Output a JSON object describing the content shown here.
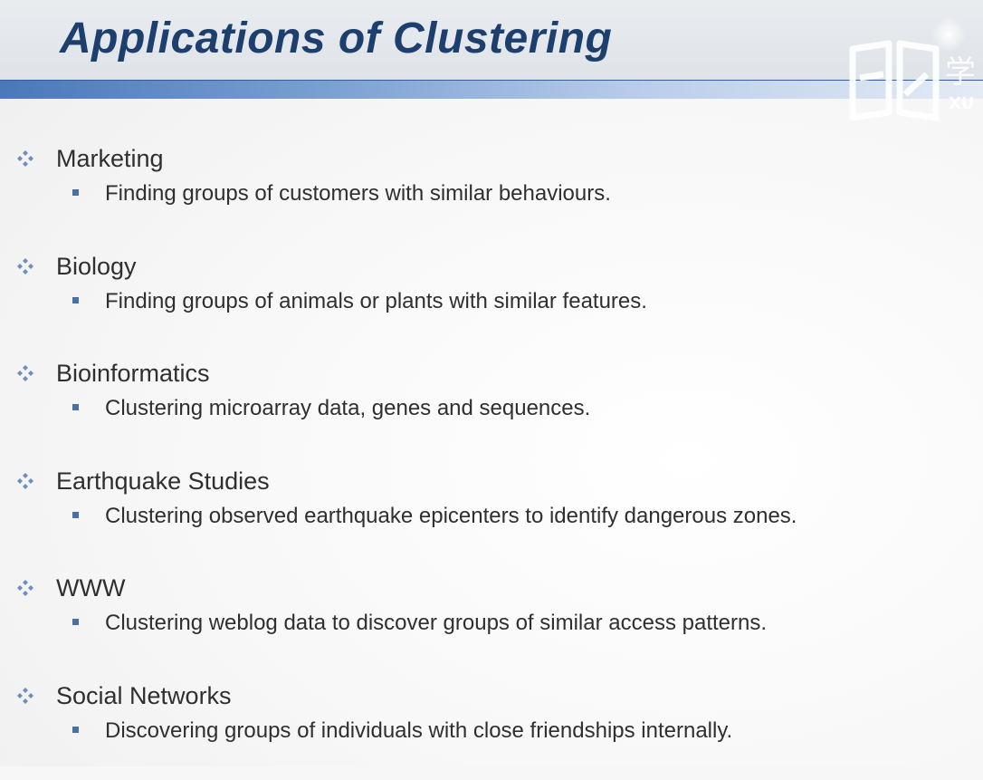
{
  "slide": {
    "title": "Applications of Clustering",
    "watermark": {
      "icon": "open-book-icon",
      "text_cn": "学",
      "text_latin": "XU"
    },
    "items": [
      {
        "title": "Marketing",
        "desc": "Finding groups of customers with similar behaviours."
      },
      {
        "title": "Biology",
        "desc": "Finding groups of animals or plants with similar features."
      },
      {
        "title": "Bioinformatics",
        "desc": "Clustering microarray data, genes and sequences."
      },
      {
        "title": "Earthquake Studies",
        "desc": "Clustering observed earthquake epicenters to identify dangerous zones."
      },
      {
        "title": "WWW",
        "desc": "Clustering weblog data to discover groups of similar access patterns."
      },
      {
        "title": "Social Networks",
        "desc": "Discovering groups of individuals with close friendships internally."
      }
    ]
  },
  "colors": {
    "title": "#1c3f6e",
    "accent_bar": "#4a78b8",
    "text": "#2f2f2f",
    "bullet": "#4a6fa5"
  },
  "icons": {
    "level1_bullet": "four-diamond-bullet-icon",
    "level2_bullet": "square-bullet-icon"
  }
}
